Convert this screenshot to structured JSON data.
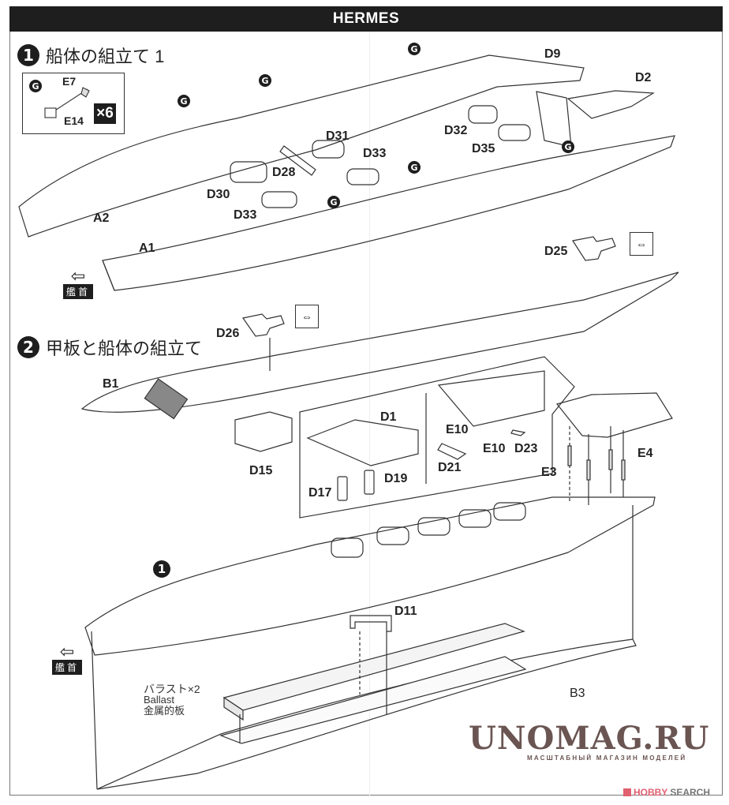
{
  "header": {
    "title": "HERMES"
  },
  "steps": [
    {
      "number": "1",
      "title": "船体の組立て 1"
    },
    {
      "number": "2",
      "title": "甲板と船体の組立て"
    }
  ],
  "sub_assembly": {
    "marker": "G",
    "parts": [
      "E7",
      "E14"
    ],
    "quantity": "×6"
  },
  "step1_parts": {
    "A1": "A1",
    "A2": "A2",
    "D2": "D2",
    "D9": "D9",
    "D25": "D25",
    "D28": "D28",
    "D30": "D30",
    "D31": "D31",
    "D32": "D32",
    "D33a": "D33",
    "D33b": "D33",
    "D35": "D35"
  },
  "step2_parts": {
    "B1": "B1",
    "B3": "B3",
    "D1": "D1",
    "D11": "D11",
    "D15": "D15",
    "D17": "D17",
    "D19": "D19",
    "D21": "D21",
    "D23": "D23",
    "D26": "D26",
    "E3": "E3",
    "E4": "E4",
    "E10a": "E10",
    "E10b": "E10",
    "ref_step": "1"
  },
  "markers": {
    "g": "G",
    "flip_icon": "flip-arrow"
  },
  "bow_label": "艦首",
  "ballast": {
    "jp": "バラスト×2",
    "en": "Ballast",
    "cn": "金属的板"
  },
  "watermark": {
    "title": "UNOMAG.RU",
    "subtitle": "МАСШТАБНЫЙ МАГАЗИН МОДЕЛЕЙ"
  },
  "credit": {
    "part1": "HOBBY",
    "part2": "SEARCH"
  },
  "colors": {
    "header_bg": "#1e1e1e",
    "watermark": "#6a5552",
    "credit_pink": "#e06070"
  }
}
